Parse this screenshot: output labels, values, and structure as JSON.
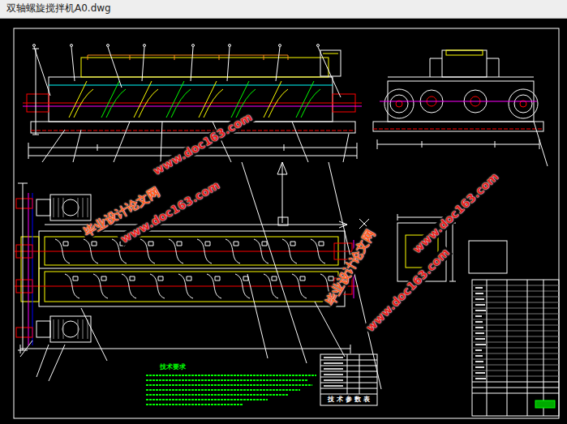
{
  "diagram": {
    "title": "双轴螺旋搅拌机A0.dwg",
    "labels": [
      "www.doc163.com",
      "毕业设计论文网",
      "www.doc163.com",
      "www.doc163.com",
      "毕业设计论文网",
      "www.doc163.com",
      "技术要求",
      "技 术 参 数 表"
    ]
  }
}
